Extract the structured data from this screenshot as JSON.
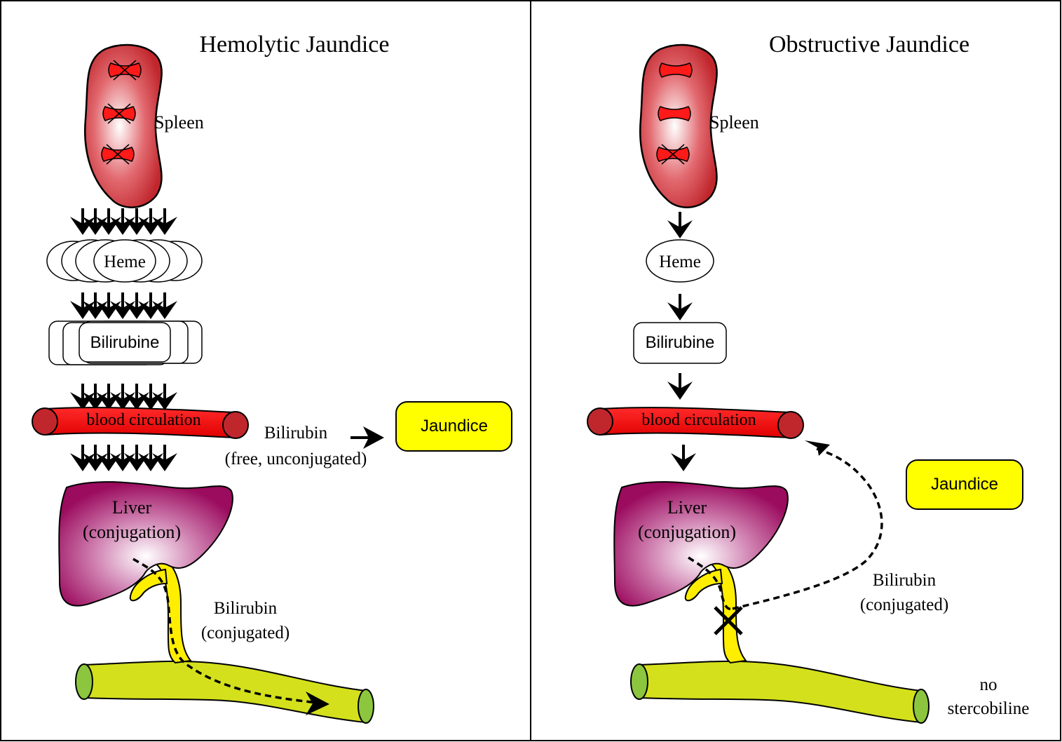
{
  "panels": [
    {
      "title": "Hemolytic Jaundice",
      "spleen": "Spleen",
      "heme": "Heme",
      "bilirubine": "Bilirubine",
      "blood": "blood circulation",
      "liver_line1": "Liver",
      "liver_line2": "(conjugation)",
      "bilirubin_free_line1": "Bilirubin",
      "bilirubin_free_line2": "(free, unconjugated)",
      "jaundice": "Jaundice",
      "bilirubin_conj_line1": "Bilirubin",
      "bilirubin_conj_line2": "(conjugated)"
    },
    {
      "title": "Obstructive Jaundice",
      "spleen": "Spleen",
      "heme": "Heme",
      "bilirubine": "Bilirubine",
      "blood": "blood circulation",
      "liver_line1": "Liver",
      "liver_line2": "(conjugation)",
      "jaundice": "Jaundice",
      "bilirubin_conj_line1": "Bilirubin",
      "bilirubin_conj_line2": "(conjugated)",
      "note_line1": "no",
      "note_line2": "stercobiline"
    }
  ],
  "colors": {
    "spleen": "#c0272d",
    "rbc": "#ff1a1a",
    "blood": "#ff0000",
    "liver": "#9b0b5e",
    "bile": "#ffee00",
    "intestine": "#d4e01c",
    "intestine_end": "#8cc63f",
    "jaundice": "#ffff00"
  }
}
